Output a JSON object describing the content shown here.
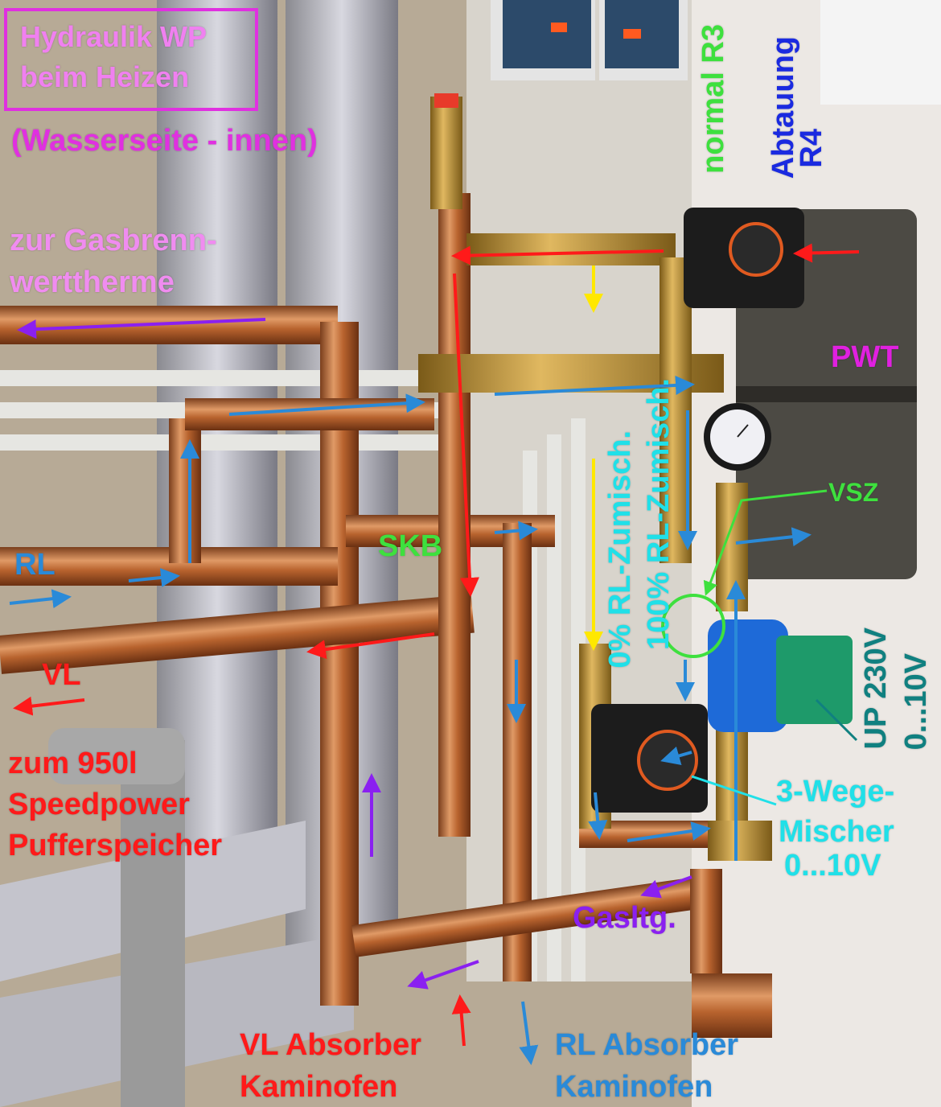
{
  "title": {
    "line1": "Hydraulik WP",
    "line2": "beim Heizen"
  },
  "subtitle": "(Wasserseite - innen)",
  "labels": {
    "gas_boiler_1": "zur Gasbrenn-",
    "gas_boiler_2": "werttherme",
    "rl": "RL",
    "vl": "VL",
    "buffer_1": "zum 950l",
    "buffer_2": "Speedpower",
    "buffer_3": "Pufferspeicher",
    "skb": "SKB",
    "normal_r3": "normal R3",
    "abtauung": "Abtauung",
    "r4": "R4",
    "pwt": "PWT",
    "vsz": "VSZ",
    "rl_mix_0": "0% RL-Zumisch.",
    "rl_mix_100": "100% RL-Zumisch.",
    "up_230v": "UP 230V",
    "up_signal": "0...10V",
    "mixer_1": "3-Wege-",
    "mixer_2": "Mischer",
    "mixer_3": "0...10V",
    "gas_line": "Gasltg.",
    "vl_absorber_1": "VL Absorber",
    "vl_absorber_2": "Kaminofen",
    "rl_absorber_1": "RL Absorber",
    "rl_absorber_2": "Kaminofen"
  },
  "colors": {
    "magenta": "#e030e0",
    "pink": "#f080f0",
    "red": "#ff1a1a",
    "blue_flow": "#2a8ad8",
    "green": "#3ee03e",
    "dark_blue": "#1a2ae0",
    "cyan": "#20e0e8",
    "teal": "#108080",
    "purple": "#8a20f0",
    "yellow": "#ffe800"
  }
}
